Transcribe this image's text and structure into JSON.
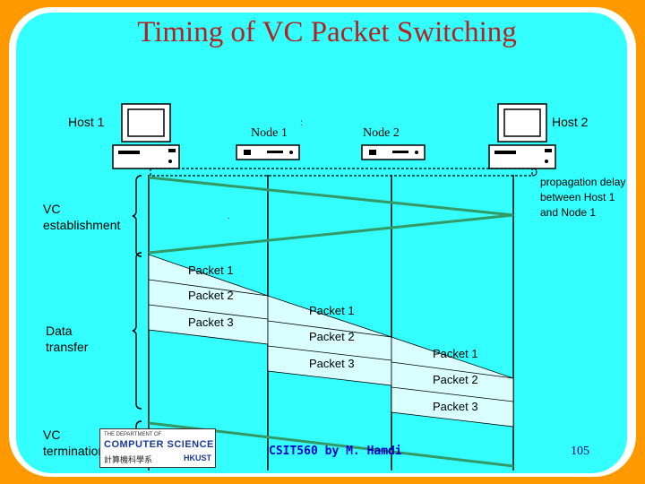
{
  "title": "Timing of VC Packet Switching",
  "hosts": {
    "host1": "Host 1",
    "host2": "Host 2"
  },
  "nodes": {
    "node1": "Node 1",
    "node2": "Node 2"
  },
  "annotation": {
    "propagation_delay": [
      "propagation delay",
      "between Host 1",
      "and Node 1"
    ]
  },
  "phases": {
    "establishment": [
      "VC",
      "establishment"
    ],
    "data_transfer": [
      "Data",
      "transfer"
    ],
    "termination": [
      "VC",
      "termination"
    ]
  },
  "packets": {
    "link1": [
      "Packet 1",
      "Packet 2",
      "Packet 3"
    ],
    "link2": [
      "Packet 1",
      "Packet 2",
      "Packet 3"
    ],
    "link3": [
      "Packet 1",
      "Packet 2",
      "Packet 3"
    ]
  },
  "logo": {
    "top": "THE DEPARTMENT OF",
    "main": "COMPUTER SCIENCE",
    "sub": "計算機科學系",
    "ust": "HKUST"
  },
  "footer": "CSIT560 by M. Hamdi",
  "page_number": "105"
}
